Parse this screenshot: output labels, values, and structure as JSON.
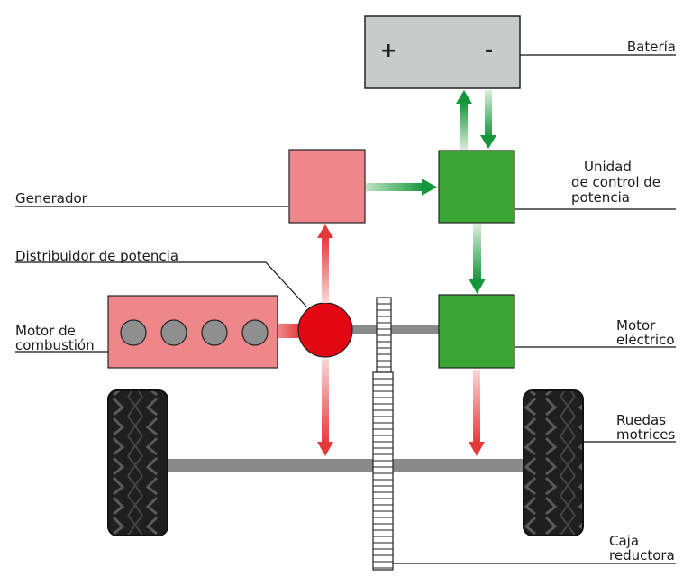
{
  "labels": {
    "bateria": "Batería",
    "unidad_line1": "Unidad",
    "unidad_line2": "de control de",
    "unidad_line3": "potencia",
    "generador": "Generador",
    "distribuidor": "Distribuidor de potencia",
    "motor_comb_line1": "Motor de",
    "motor_comb_line2": "combustión",
    "motor_elec_line1": "Motor",
    "motor_elec_line2": "eléctrico",
    "ruedas_line1": "Ruedas",
    "ruedas_line2": "motrices",
    "caja_line1": "Caja",
    "caja_line2": "reductora"
  },
  "battery": {
    "plus": "+",
    "minus": "-"
  },
  "colors": {
    "battery": "#c9cbca",
    "green": "#3ba534",
    "green_arrow": "#16963a",
    "pink": "#ee868a",
    "red": "#e30613",
    "red_arrow": "#e5383b",
    "cylinder": "#8f8f8f",
    "axle": "#8a8a8a",
    "tire": "#1f1f1f"
  }
}
